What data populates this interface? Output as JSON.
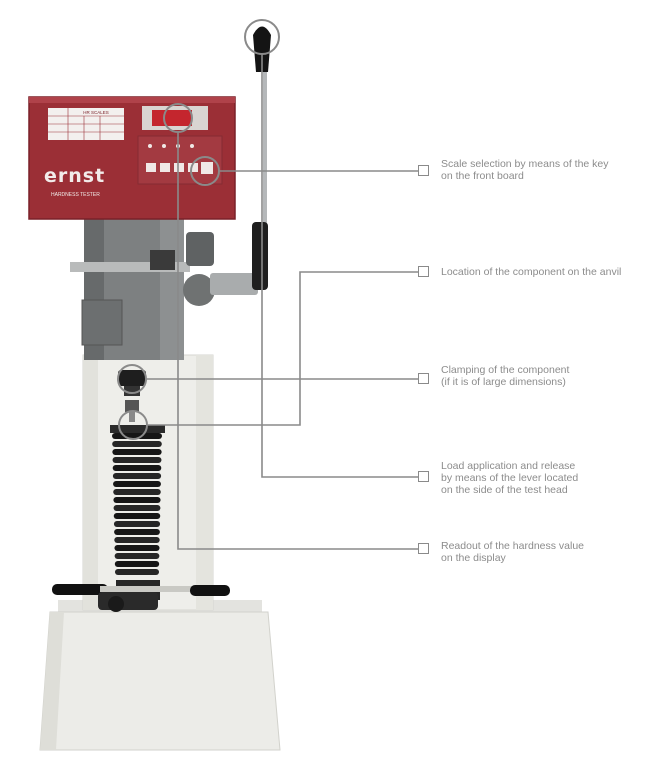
{
  "machine": {
    "brand": "ernst",
    "model_label": "HARDNESS TESTER",
    "panel_table_title": "HR SCALES",
    "colors": {
      "panel_red": "#9b2f36",
      "panel_dark": "#7a2028",
      "frame_white": "#eeeeea",
      "bellows_black": "#1c1c1c",
      "callout_line": "#8a8a8a",
      "callout_text": "#8c8c8c"
    }
  },
  "callouts": [
    {
      "text": "Scale selection by means of the key\non the front board"
    },
    {
      "text": "Location of the component on the anvil"
    },
    {
      "text": "Clamping of the component\n(if it is of large dimensions)"
    },
    {
      "text": "Load application and release\nby means of the lever located\non the side of the test head"
    },
    {
      "text": "Readout of the hardness value\non the display"
    }
  ]
}
